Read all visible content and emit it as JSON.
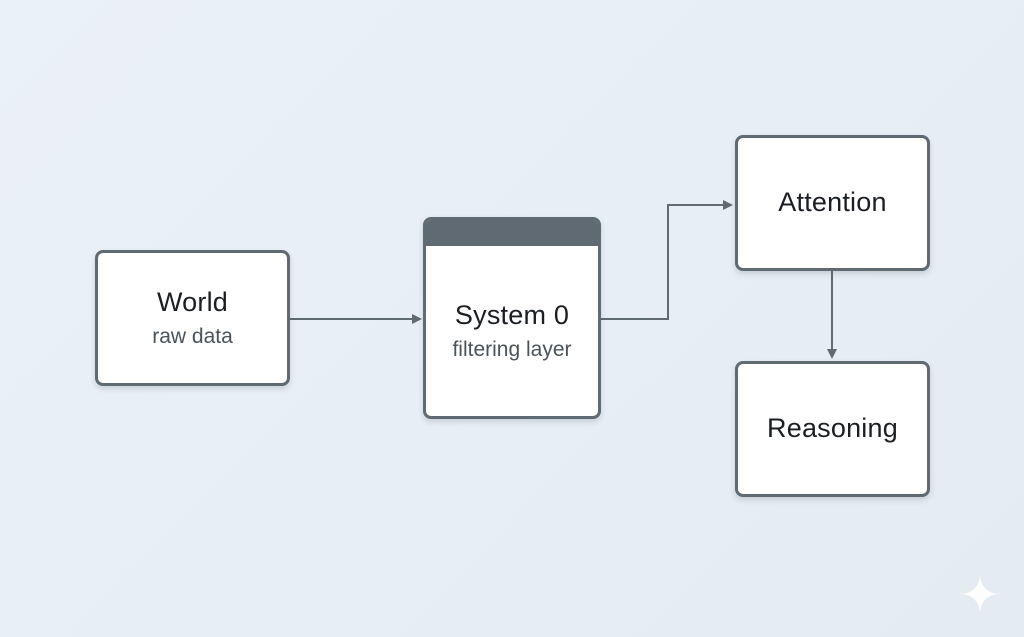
{
  "nodes": {
    "world": {
      "title": "World",
      "subtitle": "raw data"
    },
    "system0": {
      "title": "System 0",
      "subtitle": "filtering layer"
    },
    "attention": {
      "title": "Attention"
    },
    "reasoning": {
      "title": "Reasoning"
    }
  },
  "edges": [
    {
      "from": "World",
      "to": "System 0"
    },
    {
      "from": "System 0",
      "to": "Attention"
    },
    {
      "from": "Attention",
      "to": "Reasoning"
    }
  ],
  "colors": {
    "background": "#e8eff6",
    "node_border": "#5f6a72",
    "node_fill": "#ffffff",
    "connector": "#5f6a72",
    "text": "#1b1f23"
  },
  "icons": {
    "watermark": "sparkle-icon"
  }
}
